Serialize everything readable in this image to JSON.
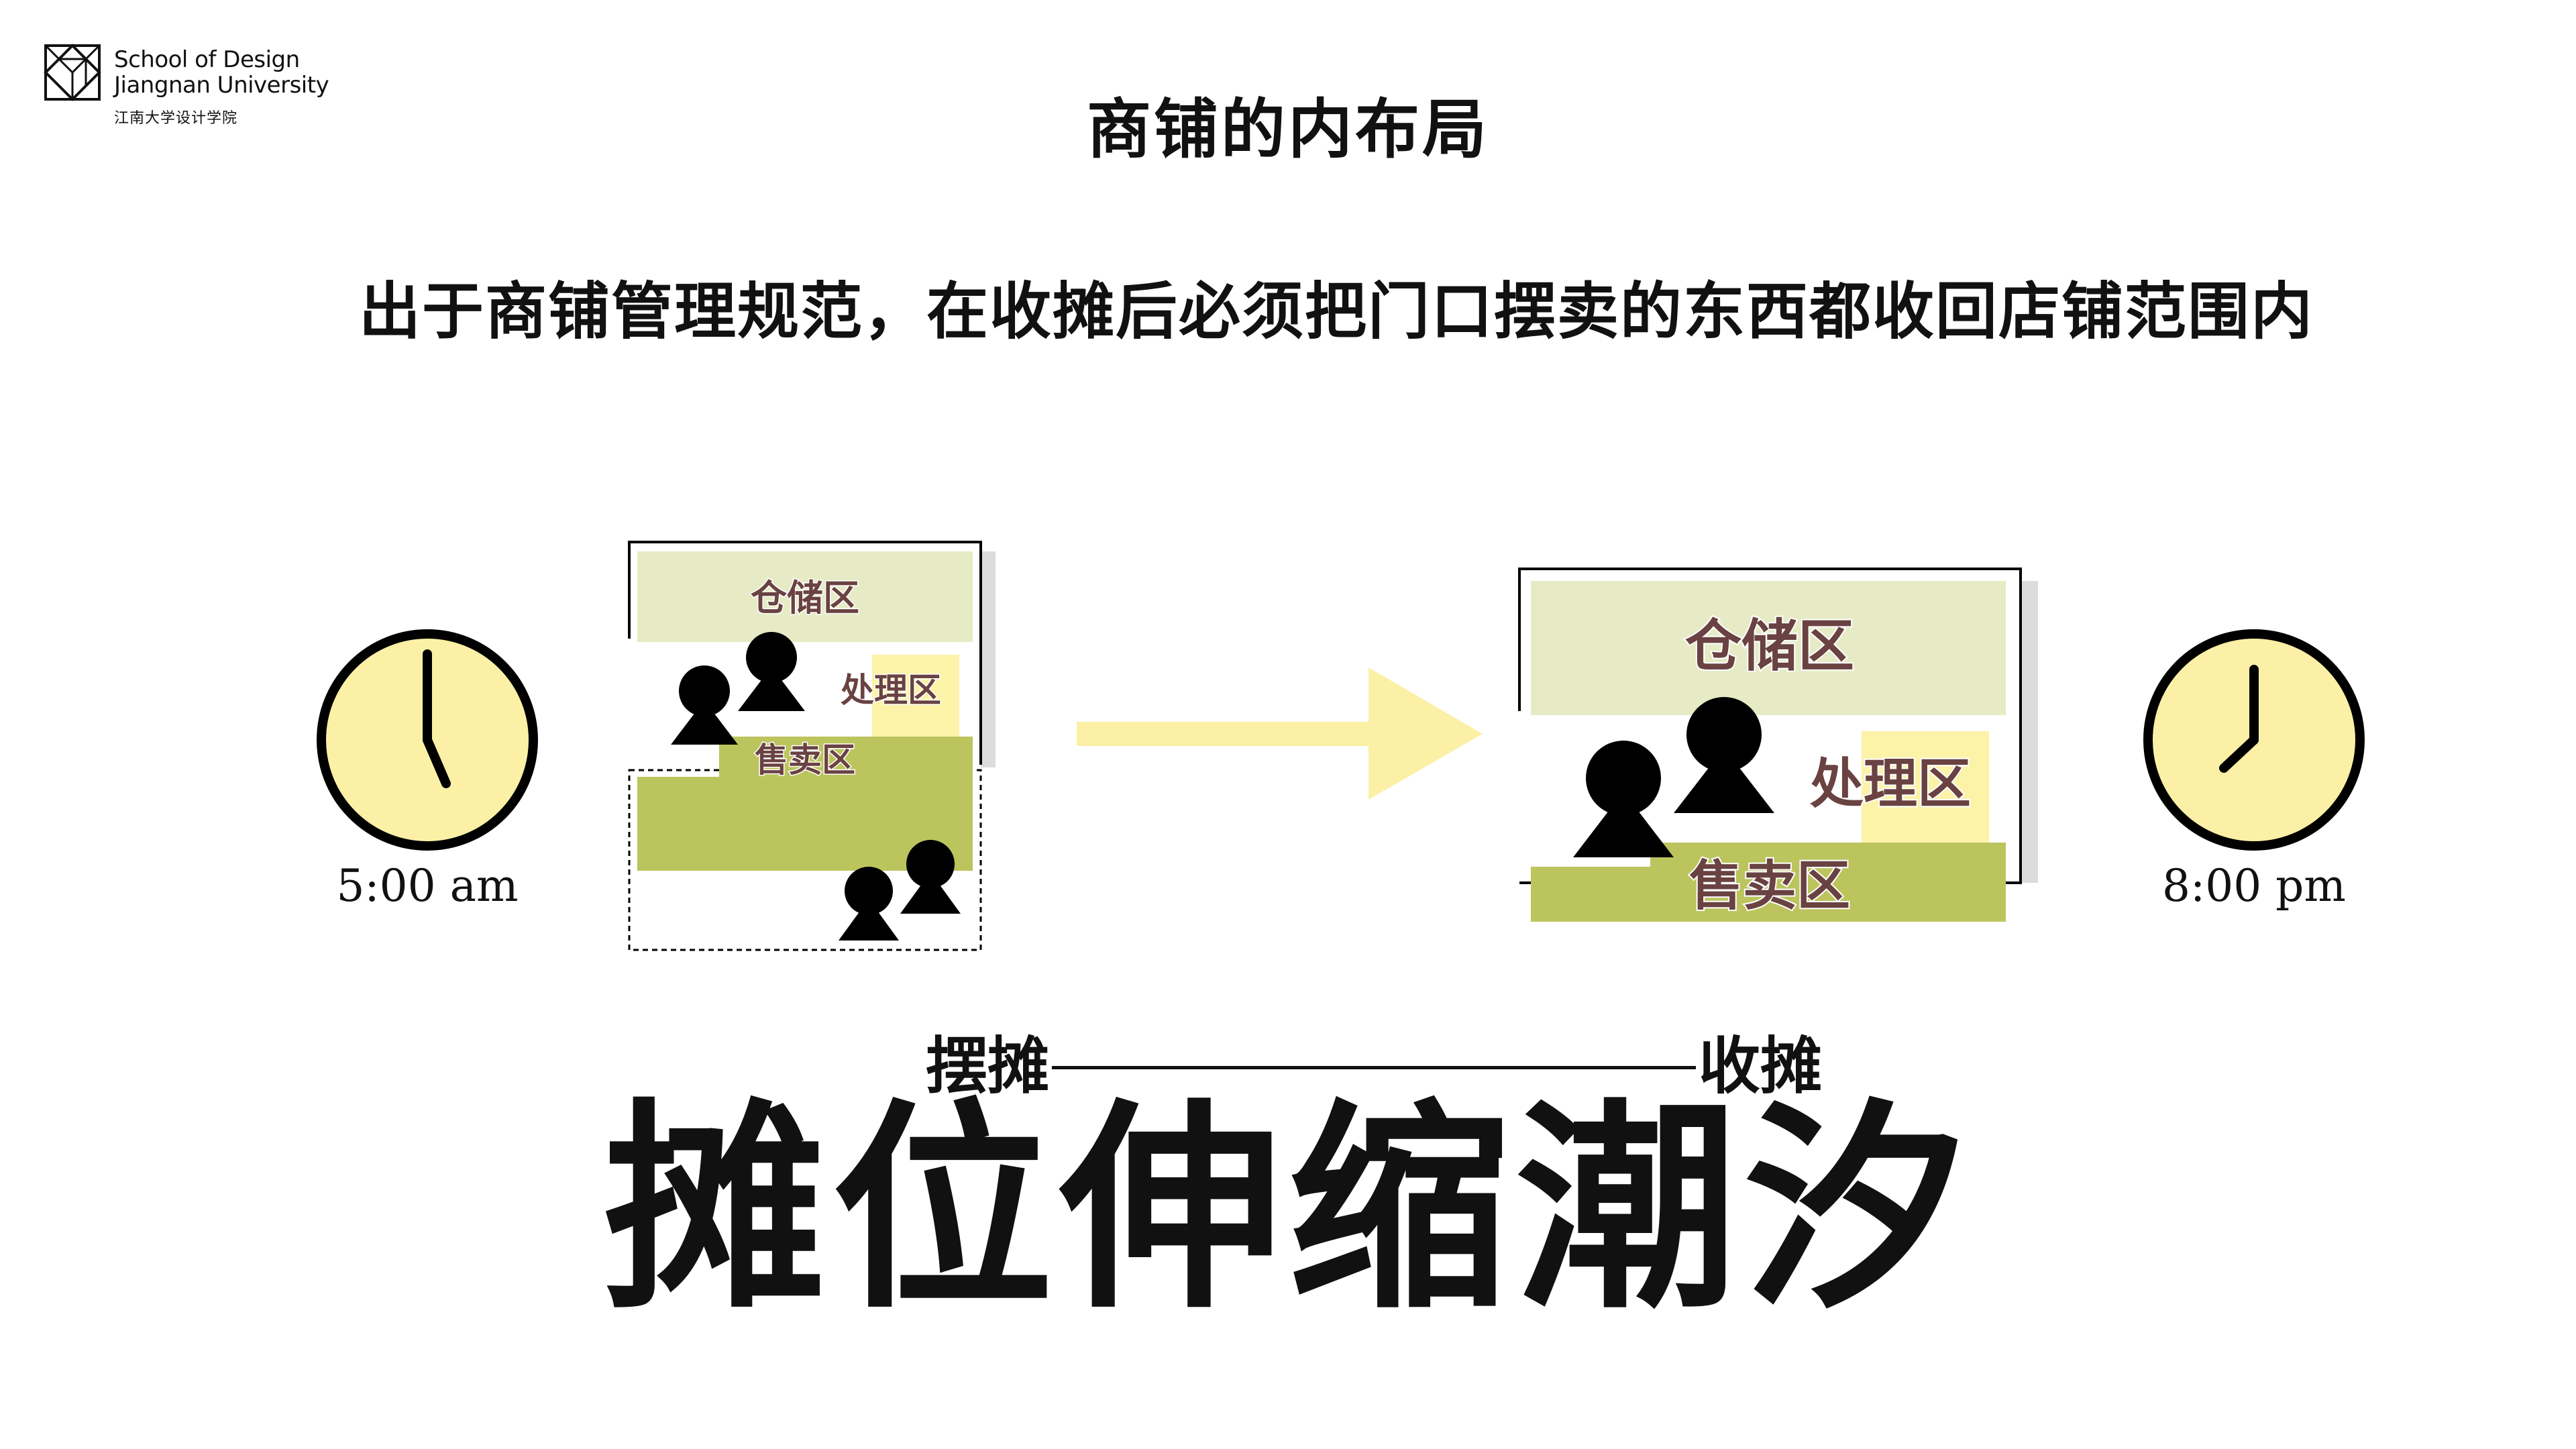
{
  "logo": {
    "school_en": "School of Design",
    "university_en": "Jiangnan University",
    "name_cn": "江南大学设计学院"
  },
  "title": "商铺的内布局",
  "subtitle": "出于商铺管理规范，在收摊后必须把门口摆卖的东西都收回店铺范围内",
  "diagram": {
    "left": {
      "time": "5:00 am",
      "zones": {
        "storage": "仓储区",
        "processing": "处理区",
        "sales": "售卖区"
      }
    },
    "right": {
      "time": "8:00 pm",
      "zones": {
        "storage": "仓储区",
        "processing": "处理区",
        "sales": "售卖区"
      }
    },
    "colors": {
      "storage": "#e6ebc6",
      "processing": "#fcf2a8",
      "sales": "#bcc45e",
      "clock_face": "#fcf0a6",
      "arrow": "#fcf0a6",
      "zone_text": "#6a4242"
    },
    "icons": [
      "clock-icon",
      "person-icon",
      "arrow-right-icon"
    ]
  },
  "timeline": {
    "start": "摆摊",
    "end": "收摊"
  },
  "headline": "摊位伸缩潮汐"
}
